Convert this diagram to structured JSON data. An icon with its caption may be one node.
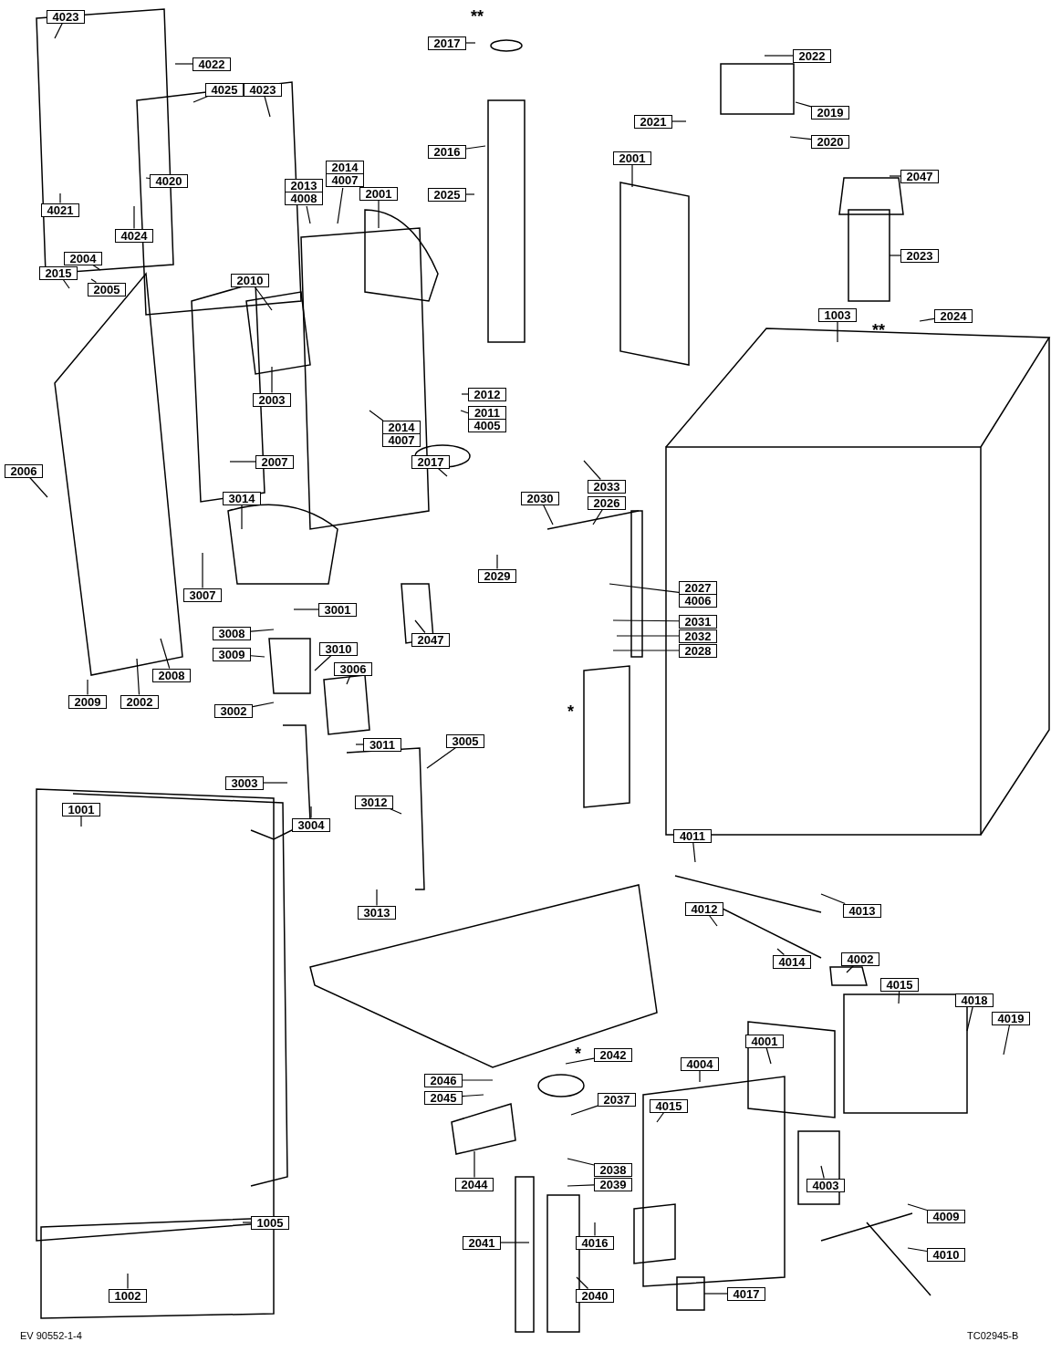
{
  "diagram": {
    "nodes": [
      {
        "text": [
          "4023"
        ]
      },
      {
        "text": [
          "4022"
        ]
      },
      {
        "text": [
          "4025"
        ]
      },
      {
        "text": [
          "4023"
        ]
      },
      {
        "text": [
          "2017"
        ]
      },
      {
        "text": [
          "2016"
        ]
      },
      {
        "text": [
          "2025"
        ]
      },
      {
        "text": [
          "2022"
        ]
      },
      {
        "text": [
          "2021"
        ]
      },
      {
        "text": [
          "2019"
        ]
      },
      {
        "text": [
          "2020"
        ]
      },
      {
        "text": [
          "2001"
        ]
      },
      {
        "text": [
          "2047"
        ]
      },
      {
        "text": [
          "2023"
        ]
      },
      {
        "text": [
          "2024"
        ]
      },
      {
        "text": [
          "1003"
        ]
      },
      {
        "text": [
          "2014",
          "4007"
        ]
      },
      {
        "text": [
          "2013",
          "4008"
        ]
      },
      {
        "text": [
          "2001"
        ]
      },
      {
        "text": [
          "4020"
        ]
      },
      {
        "text": [
          "4021"
        ]
      },
      {
        "text": [
          "4024"
        ]
      },
      {
        "text": [
          "2004"
        ]
      },
      {
        "text": [
          "2015"
        ]
      },
      {
        "text": [
          "2005"
        ]
      },
      {
        "text": [
          "2010"
        ]
      },
      {
        "text": [
          "2003"
        ]
      },
      {
        "text": [
          "2007"
        ]
      },
      {
        "text": [
          "2012"
        ]
      },
      {
        "text": [
          "2011",
          "4005"
        ]
      },
      {
        "text": [
          "2014",
          "4007"
        ]
      },
      {
        "text": [
          "2017"
        ]
      },
      {
        "text": [
          "2006"
        ]
      },
      {
        "text": [
          "3014"
        ]
      },
      {
        "text": [
          "2030"
        ]
      },
      {
        "text": [
          "2033"
        ]
      },
      {
        "text": [
          "2026"
        ]
      },
      {
        "text": [
          "3007"
        ]
      },
      {
        "text": [
          "3001"
        ]
      },
      {
        "text": [
          "2029"
        ]
      },
      {
        "text": [
          "2027",
          "4006"
        ]
      },
      {
        "text": [
          "2031"
        ]
      },
      {
        "text": [
          "2032"
        ]
      },
      {
        "text": [
          "2028"
        ]
      },
      {
        "text": [
          "3008"
        ]
      },
      {
        "text": [
          "3009"
        ]
      },
      {
        "text": [
          "3010"
        ]
      },
      {
        "text": [
          "2047"
        ]
      },
      {
        "text": [
          "3006"
        ]
      },
      {
        "text": [
          "2008"
        ]
      },
      {
        "text": [
          "2009"
        ]
      },
      {
        "text": [
          "2002"
        ]
      },
      {
        "text": [
          "3002"
        ]
      },
      {
        "text": [
          "3011"
        ]
      },
      {
        "text": [
          "3005"
        ]
      },
      {
        "text": [
          "3003"
        ]
      },
      {
        "text": [
          "1001"
        ]
      },
      {
        "text": [
          "3012"
        ]
      },
      {
        "text": [
          "3004"
        ]
      },
      {
        "text": [
          "3013"
        ]
      },
      {
        "text": [
          "4011"
        ]
      },
      {
        "text": [
          "4012"
        ]
      },
      {
        "text": [
          "4013"
        ]
      },
      {
        "text": [
          "4014"
        ]
      },
      {
        "text": [
          "4002"
        ]
      },
      {
        "text": [
          "4015"
        ]
      },
      {
        "text": [
          "4018"
        ]
      },
      {
        "text": [
          "4019"
        ]
      },
      {
        "text": [
          "4001"
        ]
      },
      {
        "text": [
          "2042"
        ]
      },
      {
        "text": [
          "2046"
        ]
      },
      {
        "text": [
          "2045"
        ]
      },
      {
        "text": [
          "4004"
        ]
      },
      {
        "text": [
          "2037"
        ]
      },
      {
        "text": [
          "4015"
        ]
      },
      {
        "text": [
          "2044"
        ]
      },
      {
        "text": [
          "2038"
        ]
      },
      {
        "text": [
          "2039"
        ]
      },
      {
        "text": [
          "4003"
        ]
      },
      {
        "text": [
          "4009"
        ]
      },
      {
        "text": [
          "1005"
        ]
      },
      {
        "text": [
          "2041"
        ]
      },
      {
        "text": [
          "4010"
        ]
      },
      {
        "text": [
          "4016"
        ]
      },
      {
        "text": [
          "2040"
        ]
      },
      {
        "text": [
          "4017"
        ]
      },
      {
        "text": [
          "1002"
        ]
      }
    ],
    "edges": [
      {
        "from": 0,
        "to": null,
        "arrow": "none"
      },
      {
        "from": 1,
        "to": null,
        "arrow": "none"
      },
      {
        "from": 2,
        "to": null,
        "arrow": "none"
      },
      {
        "from": 3,
        "to": null,
        "arrow": "none"
      },
      {
        "from": 4,
        "to": null,
        "arrow": "none"
      },
      {
        "from": 5,
        "to": null,
        "arrow": "none"
      },
      {
        "from": 6,
        "to": null,
        "arrow": "none"
      },
      {
        "from": 7,
        "to": null,
        "arrow": "none"
      },
      {
        "from": 8,
        "to": null,
        "arrow": "none"
      },
      {
        "from": 9,
        "to": null,
        "arrow": "none"
      },
      {
        "from": 10,
        "to": null,
        "arrow": "none"
      },
      {
        "from": 11,
        "to": null,
        "arrow": "none"
      },
      {
        "from": 12,
        "to": null,
        "arrow": "none"
      },
      {
        "from": 13,
        "to": null,
        "arrow": "none"
      },
      {
        "from": 14,
        "to": null,
        "arrow": "none"
      },
      {
        "from": 15,
        "to": null,
        "arrow": "none"
      },
      {
        "from": 16,
        "to": null,
        "arrow": "none"
      },
      {
        "from": 17,
        "to": null,
        "arrow": "none"
      },
      {
        "from": 18,
        "to": null,
        "arrow": "none"
      },
      {
        "from": 19,
        "to": null,
        "arrow": "none"
      },
      {
        "from": 20,
        "to": null,
        "arrow": "none"
      },
      {
        "from": 21,
        "to": null,
        "arrow": "none"
      },
      {
        "from": 22,
        "to": null,
        "arrow": "none"
      },
      {
        "from": 23,
        "to": null,
        "arrow": "none"
      },
      {
        "from": 24,
        "to": null,
        "arrow": "none"
      },
      {
        "from": 25,
        "to": null,
        "arrow": "none"
      },
      {
        "from": 26,
        "to": null,
        "arrow": "none"
      },
      {
        "from": 27,
        "to": null,
        "arrow": "none"
      },
      {
        "from": 28,
        "to": null,
        "arrow": "none"
      },
      {
        "from": 29,
        "to": null,
        "arrow": "none"
      },
      {
        "from": 30,
        "to": null,
        "arrow": "none"
      },
      {
        "from": 31,
        "to": null,
        "arrow": "none"
      },
      {
        "from": 32,
        "to": null,
        "arrow": "none"
      },
      {
        "from": 33,
        "to": null,
        "arrow": "none"
      },
      {
        "from": 34,
        "to": null,
        "arrow": "none"
      },
      {
        "from": 35,
        "to": null,
        "arrow": "none"
      },
      {
        "from": 36,
        "to": null,
        "arrow": "none"
      },
      {
        "from": 37,
        "to": null,
        "arrow": "none"
      },
      {
        "from": 38,
        "to": null,
        "arrow": "none"
      },
      {
        "from": 39,
        "to": null,
        "arrow": "none"
      },
      {
        "from": 40,
        "to": null,
        "arrow": "none"
      },
      {
        "from": 41,
        "to": null,
        "arrow": "none"
      },
      {
        "from": 42,
        "to": null,
        "arrow": "none"
      },
      {
        "from": 43,
        "to": null,
        "arrow": "none"
      },
      {
        "from": 44,
        "to": null,
        "arrow": "none"
      },
      {
        "from": 45,
        "to": null,
        "arrow": "none"
      },
      {
        "from": 46,
        "to": null,
        "arrow": "none"
      },
      {
        "from": 47,
        "to": null,
        "arrow": "none"
      },
      {
        "from": 48,
        "to": null,
        "arrow": "none"
      },
      {
        "from": 49,
        "to": null,
        "arrow": "none"
      },
      {
        "from": 50,
        "to": null,
        "arrow": "none"
      },
      {
        "from": 51,
        "to": null,
        "arrow": "none"
      },
      {
        "from": 52,
        "to": null,
        "arrow": "none"
      },
      {
        "from": 53,
        "to": null,
        "arrow": "none"
      },
      {
        "from": 54,
        "to": null,
        "arrow": "none"
      },
      {
        "from": 55,
        "to": null,
        "arrow": "none"
      },
      {
        "from": 56,
        "to": null,
        "arrow": "none"
      },
      {
        "from": 57,
        "to": null,
        "arrow": "none"
      },
      {
        "from": 58,
        "to": null,
        "arrow": "none"
      },
      {
        "from": 59,
        "to": null,
        "arrow": "none"
      },
      {
        "from": 60,
        "to": null,
        "arrow": "none"
      },
      {
        "from": 61,
        "to": null,
        "arrow": "none"
      },
      {
        "from": 62,
        "to": null,
        "arrow": "none"
      },
      {
        "from": 63,
        "to": null,
        "arrow": "none"
      },
      {
        "from": 64,
        "to": null,
        "arrow": "none"
      },
      {
        "from": 65,
        "to": null,
        "arrow": "none"
      },
      {
        "from": 66,
        "to": null,
        "arrow": "none"
      },
      {
        "from": 67,
        "to": null,
        "arrow": "none"
      },
      {
        "from": 68,
        "to": null,
        "arrow": "none"
      },
      {
        "from": 69,
        "to": null,
        "arrow": "none"
      },
      {
        "from": 70,
        "to": null,
        "arrow": "none"
      },
      {
        "from": 71,
        "to": null,
        "arrow": "none"
      },
      {
        "from": 72,
        "to": null,
        "arrow": "none"
      },
      {
        "from": 73,
        "to": null,
        "arrow": "none"
      },
      {
        "from": 74,
        "to": null,
        "arrow": "none"
      },
      {
        "from": 75,
        "to": null,
        "arrow": "none"
      },
      {
        "from": 76,
        "to": null,
        "arrow": "none"
      },
      {
        "from": 77,
        "to": null,
        "arrow": "none"
      },
      {
        "from": 78,
        "to": null,
        "arrow": "none"
      },
      {
        "from": 79,
        "to": null,
        "arrow": "none"
      },
      {
        "from": 80,
        "to": null,
        "arrow": "none"
      },
      {
        "from": 81,
        "to": null,
        "arrow": "none"
      },
      {
        "from": 82,
        "to": null,
        "arrow": "none"
      },
      {
        "from": 83,
        "to": null,
        "arrow": "none"
      },
      {
        "from": 84,
        "to": null,
        "arrow": "none"
      },
      {
        "from": 85,
        "to": null,
        "arrow": "none"
      },
      {
        "from": 86,
        "to": null,
        "arrow": "none"
      }
    ],
    "labels": [
      "**",
      "**",
      "*",
      "*",
      "EV 90552-1-4",
      "TC02945-B"
    ]
  }
}
